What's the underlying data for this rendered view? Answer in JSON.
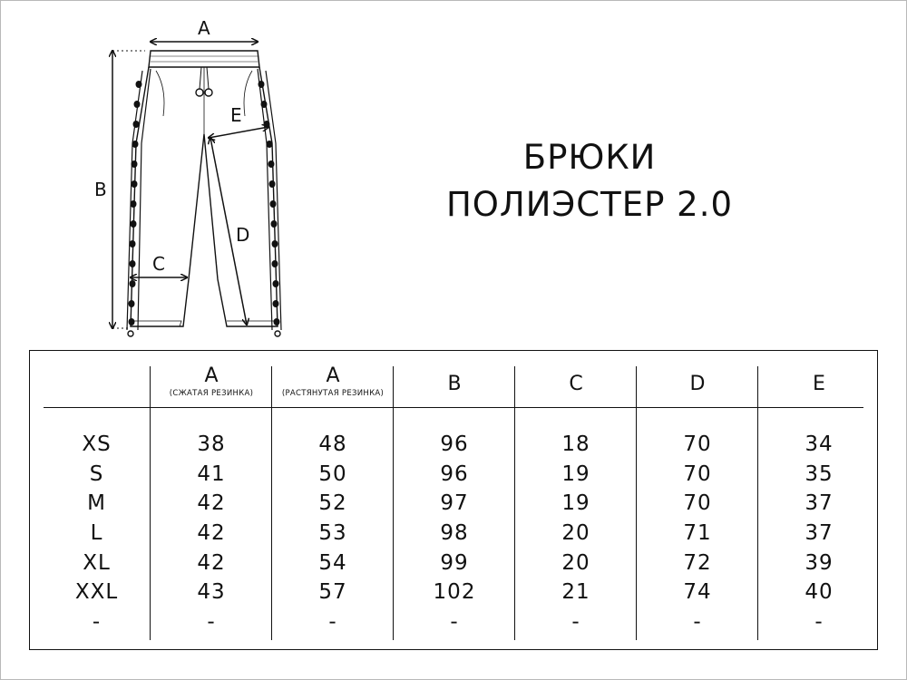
{
  "title": {
    "line1": "БРЮКИ",
    "line2": "ПОЛИЭСТЕР 2.0"
  },
  "diagram": {
    "labels": [
      "A",
      "B",
      "C",
      "D",
      "E"
    ]
  },
  "table": {
    "headers": [
      {
        "label": "A",
        "sub": "(СЖАТАЯ РЕЗИНКА)"
      },
      {
        "label": "A",
        "sub": "(РАСТЯНУТАЯ РЕЗИНКА)"
      },
      {
        "label": "B",
        "sub": ""
      },
      {
        "label": "C",
        "sub": ""
      },
      {
        "label": "D",
        "sub": ""
      },
      {
        "label": "E",
        "sub": ""
      }
    ],
    "sizes": [
      "XS",
      "S",
      "M",
      "L",
      "XL",
      "XXL",
      "-"
    ],
    "columns": [
      [
        "38",
        "41",
        "42",
        "42",
        "42",
        "43",
        "-"
      ],
      [
        "48",
        "50",
        "52",
        "53",
        "54",
        "57",
        "-"
      ],
      [
        "96",
        "96",
        "97",
        "98",
        "99",
        "102",
        "-"
      ],
      [
        "18",
        "19",
        "19",
        "20",
        "20",
        "21",
        "-"
      ],
      [
        "70",
        "70",
        "70",
        "71",
        "72",
        "74",
        "-"
      ],
      [
        "34",
        "35",
        "37",
        "37",
        "39",
        "40",
        "-"
      ]
    ]
  }
}
